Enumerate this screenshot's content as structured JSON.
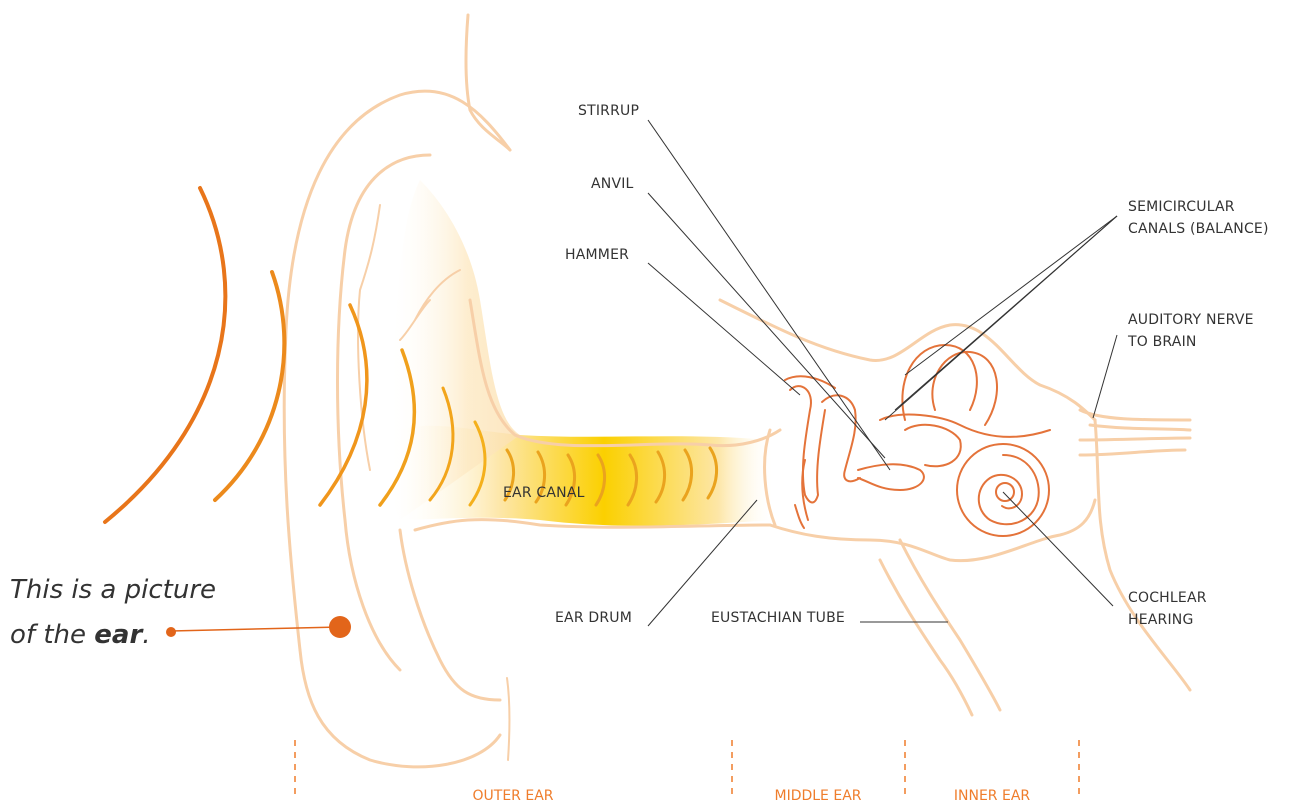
{
  "colors": {
    "outline": "#f7cfa8",
    "inner_structures": "#e4733a",
    "sound_wave": "#e8751a",
    "canal_glow": "#fbd000",
    "section_marker": "#ef7d2c",
    "text": "#333333"
  },
  "caption": {
    "line1": "This is a picture",
    "line2_prefix": "of the ",
    "line2_emphasis": "ear",
    "line2_suffix": "."
  },
  "labels": {
    "stirrup": "STIRRUP",
    "anvil": "ANVIL",
    "hammer": "HAMMER",
    "semicircular_line1": "SEMICIRCULAR",
    "semicircular_line2": "CANALS (BALANCE)",
    "auditory_line1": "AUDITORY NERVE",
    "auditory_line2": "TO BRAIN",
    "ear_canal": "EAR CANAL",
    "ear_drum": "EAR DRUM",
    "eustachian_tube": "EUSTACHIAN TUBE",
    "cochlear_line1": "COCHLEAR",
    "cochlear_line2": "HEARING"
  },
  "sections": {
    "outer": "OUTER EAR",
    "middle": "MIDDLE EAR",
    "inner": "INNER EAR"
  }
}
